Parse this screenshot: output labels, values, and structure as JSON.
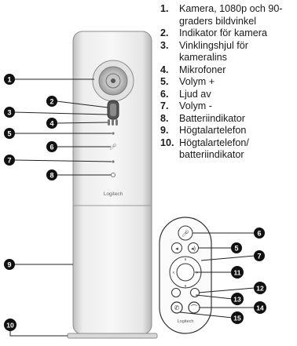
{
  "legend": [
    {
      "num": "1.",
      "text": "Kamera, 1080p och 90-graders bildvinkel"
    },
    {
      "num": "2.",
      "text": "Indikator för kamera"
    },
    {
      "num": "3.",
      "text": "Vinklingshjul för kameralins"
    },
    {
      "num": "4.",
      "text": "Mikrofoner"
    },
    {
      "num": "5.",
      "text": "Volym +"
    },
    {
      "num": "6.",
      "text": "Ljud av"
    },
    {
      "num": "7.",
      "text": "Volym -"
    },
    {
      "num": "8.",
      "text": "Batteriindikator"
    },
    {
      "num": "9.",
      "text": "Högtalartelefon"
    },
    {
      "num": "10.",
      "text": "Högtalartelefon/ batteriindikator"
    }
  ],
  "device_callouts": [
    "1",
    "2",
    "3",
    "4",
    "5",
    "6",
    "7",
    "8",
    "9",
    "10"
  ],
  "remote_callouts": [
    "6",
    "5",
    "7",
    "11",
    "12",
    "13",
    "14",
    "15"
  ],
  "brand": "Logitech"
}
